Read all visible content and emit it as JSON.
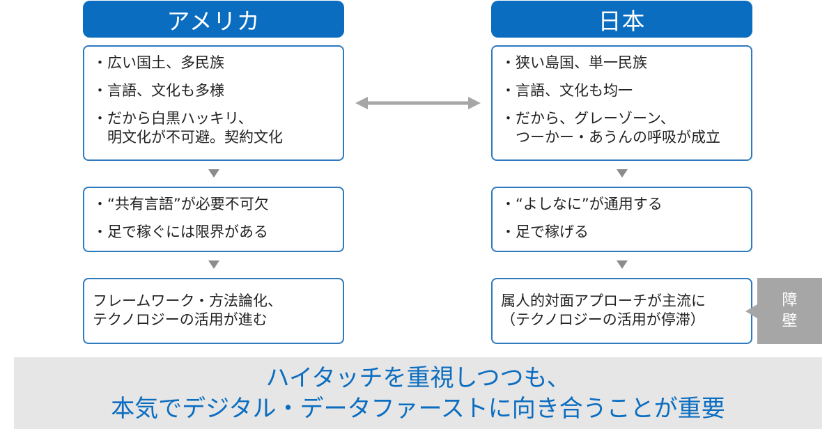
{
  "left": {
    "header": "アメリカ",
    "box1": [
      "・広い国土、多民族",
      "・言語、文化も多様",
      "・だから白黒ハッキリ、",
      "　明文化が不可避。契約文化"
    ],
    "box2": [
      "・“共有言語”が必要不可欠",
      "・足で稼ぐには限界がある"
    ],
    "box3": [
      "フレームワーク・方法論化、",
      "テクノロジーの活用が進む"
    ]
  },
  "right": {
    "header": "日本",
    "box1": [
      "・狭い島国、単一民族",
      "・言語、文化も均一",
      "・だから、グレーゾーン、",
      "　つーかー・あうんの呼吸が成立"
    ],
    "box2": [
      "・“よしなに”が通用する",
      "・足で稼げる"
    ],
    "box3": [
      "属人的対面アプローチが主流に",
      "（テクノロジーの活用が停滞）"
    ]
  },
  "barrier": {
    "line1": "障",
    "line2": "壁"
  },
  "banner": {
    "line1": "ハイタッチを重視しつつも、",
    "line2": "本気でデジタル・データファーストに向き合うことが重要"
  },
  "colors": {
    "header": "#0b6dc0",
    "border": "#2f79bf",
    "arrow": "#8c8c8c",
    "barrier": "#a6a6a6",
    "banner_bg": "#e6e6e6",
    "banner_text": "#0b6dc0"
  }
}
